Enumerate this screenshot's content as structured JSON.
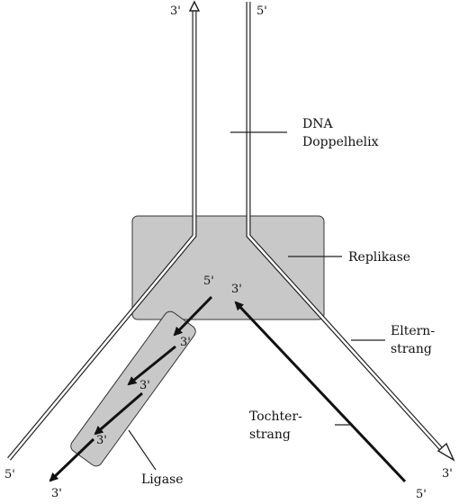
{
  "colors": {
    "background": "#ffffff",
    "stroke": "#111111",
    "enzyme_fill": "#c8c8c8",
    "leader": "#222222"
  },
  "labels": {
    "dna": "DNA",
    "helix": "Doppelhelix",
    "replikase": "Replikase",
    "eltern_1": "Eltern-",
    "eltern_2": "strang",
    "tochter_1": "Tochter-",
    "tochter_2": "strang",
    "ligase": "Ligase"
  },
  "ends": {
    "top_left": "3'",
    "top_right": "5'",
    "bottom_left": "5'",
    "bottom_right": "3'",
    "lead_start": "5'",
    "lead_head": "3'",
    "frag_1": "3'",
    "frag_2": "3'",
    "frag_3": "3'",
    "lag_tip": "3'"
  }
}
